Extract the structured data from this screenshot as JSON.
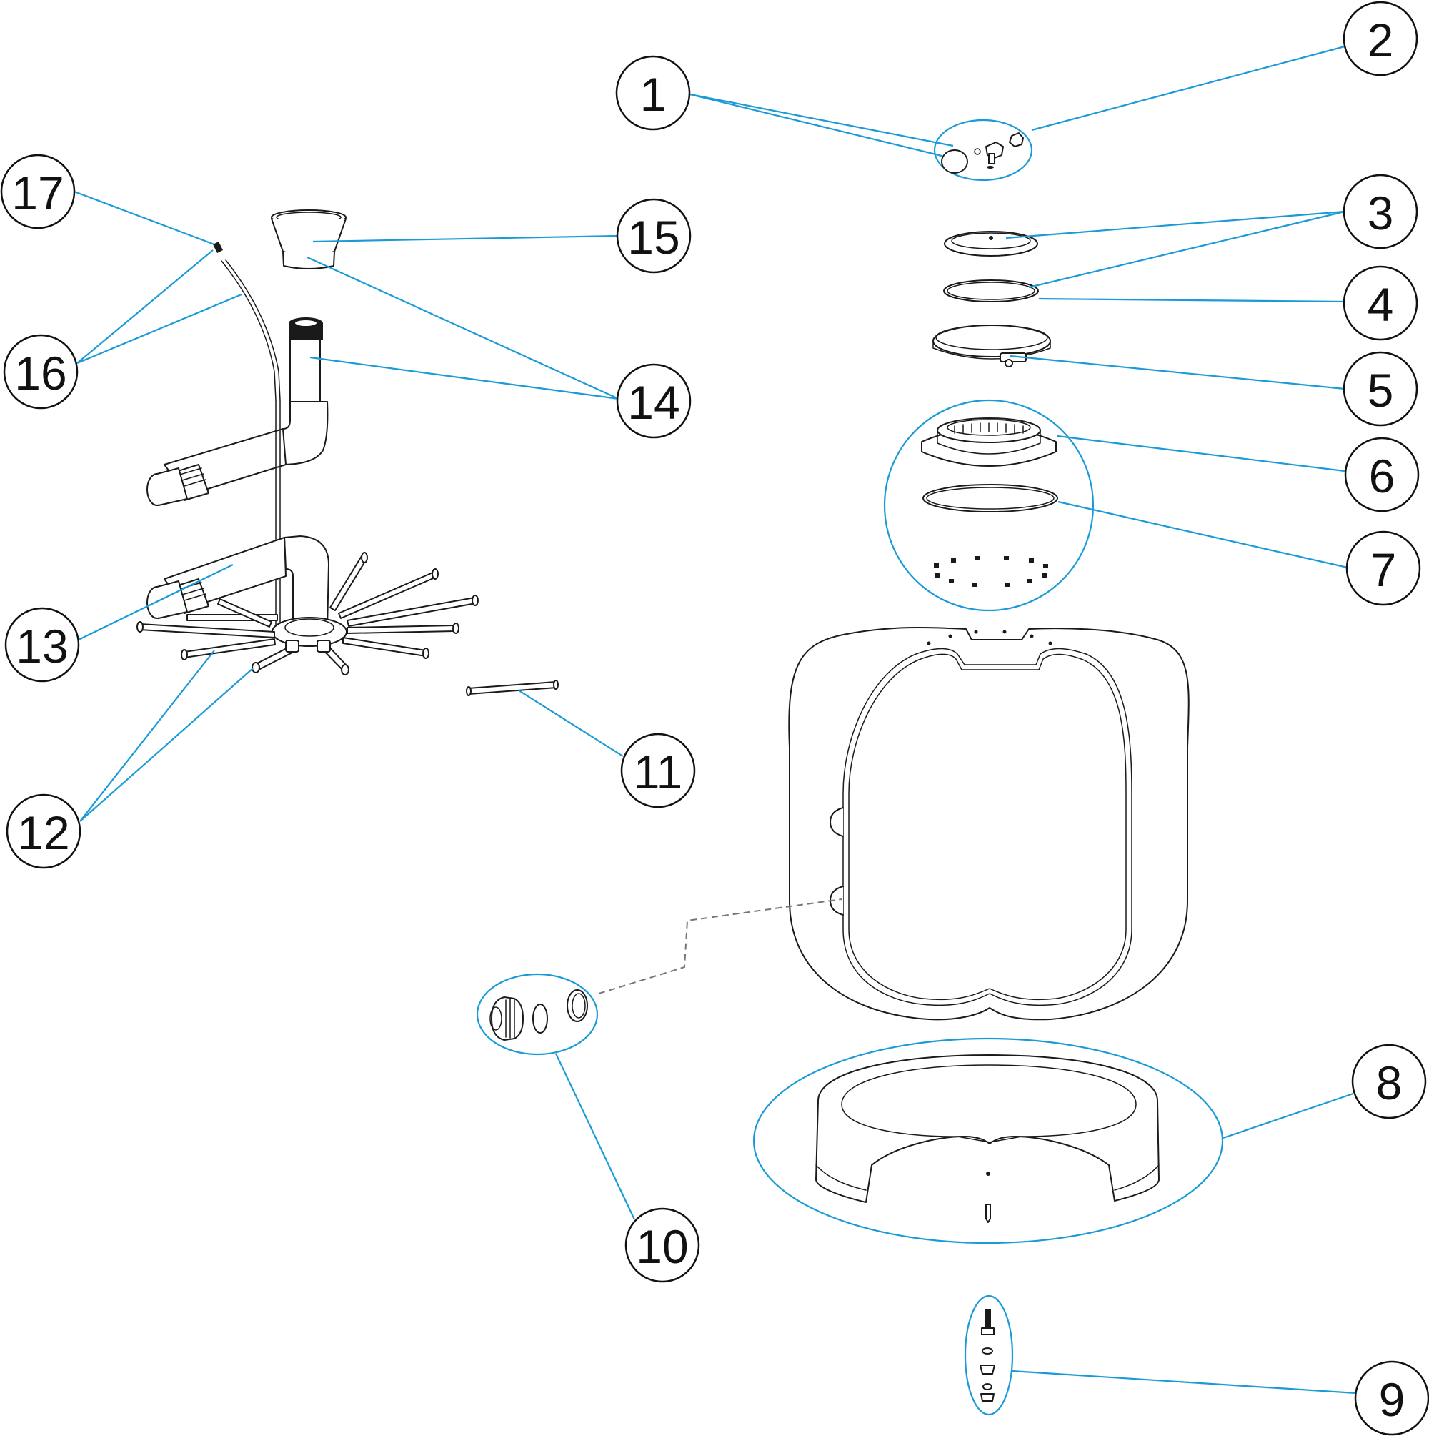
{
  "callouts": [
    {
      "id": "1",
      "label": "1"
    },
    {
      "id": "2",
      "label": "2"
    },
    {
      "id": "3",
      "label": "3"
    },
    {
      "id": "4",
      "label": "4"
    },
    {
      "id": "5",
      "label": "5"
    },
    {
      "id": "6",
      "label": "6"
    },
    {
      "id": "7",
      "label": "7"
    },
    {
      "id": "8",
      "label": "8"
    },
    {
      "id": "9",
      "label": "9"
    },
    {
      "id": "10",
      "label": "10"
    },
    {
      "id": "11",
      "label": "11"
    },
    {
      "id": "12",
      "label": "12"
    },
    {
      "id": "13",
      "label": "13"
    },
    {
      "id": "14",
      "label": "14"
    },
    {
      "id": "15",
      "label": "15"
    },
    {
      "id": "16",
      "label": "16"
    },
    {
      "id": "17",
      "label": "17"
    }
  ],
  "colors": {
    "leader": "#1a9bd7",
    "outline": "#1a1a1a",
    "background": "#ffffff"
  }
}
